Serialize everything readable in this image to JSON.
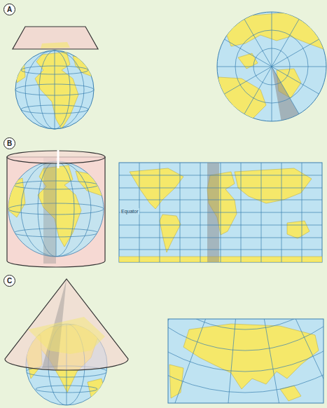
{
  "diagram": {
    "labels": [
      "A",
      "B",
      "C",
      "Equator"
    ]
  }
}
